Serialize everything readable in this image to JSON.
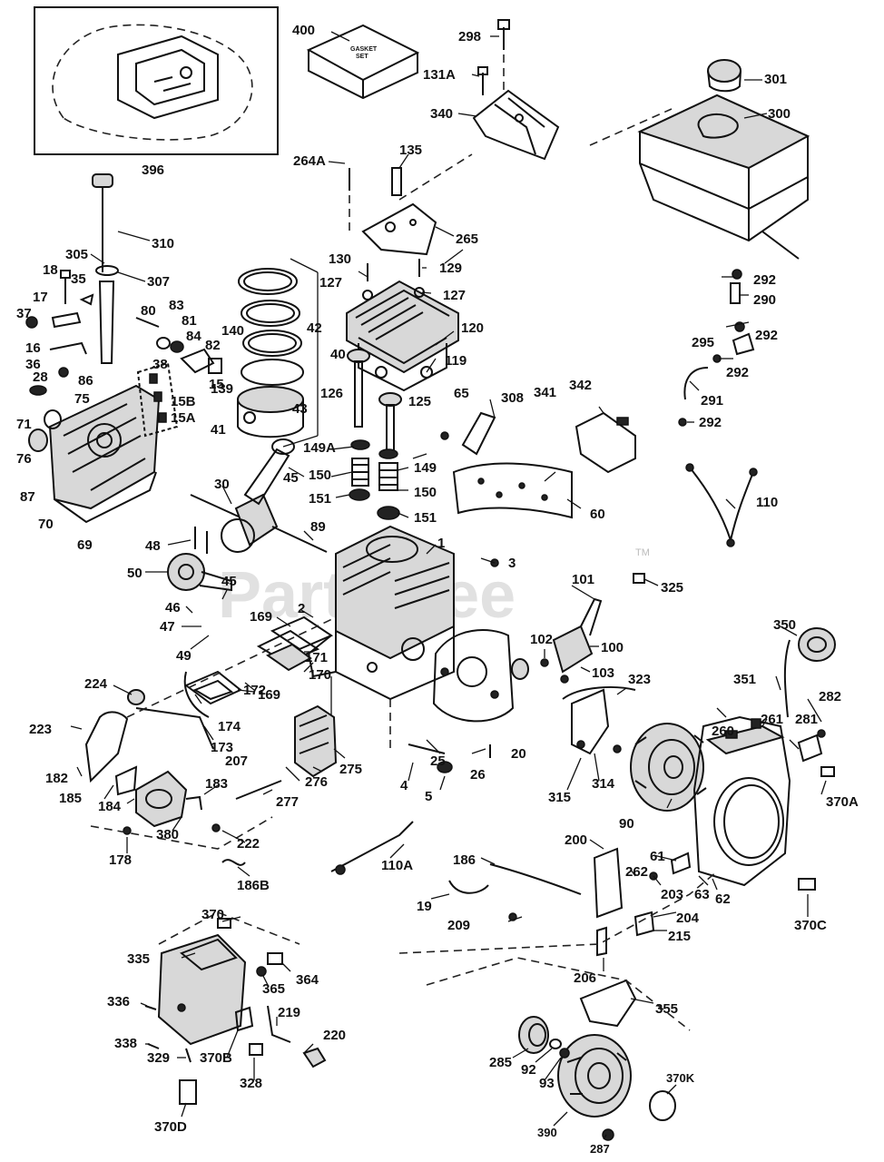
{
  "watermark": {
    "text": "PartsTree",
    "trademark": "TM"
  },
  "gasket_set_text": [
    "GASKET",
    "SET"
  ],
  "labels": {
    "l400": "400",
    "l298": "298",
    "l131A": "131A",
    "l340": "340",
    "l301": "301",
    "l300": "300",
    "l396": "396",
    "l264A": "264A",
    "l135": "135",
    "l265": "265",
    "l310": "310",
    "l305": "305",
    "l307": "307",
    "l18": "18",
    "l35": "35",
    "l17": "17",
    "l37": "37",
    "l16": "16",
    "l36": "36",
    "l28": "28",
    "l86": "86",
    "l75": "75",
    "l71": "71",
    "l76": "76",
    "l87": "87",
    "l70": "70",
    "l69": "69",
    "l80": "80",
    "l83": "83",
    "l81": "81",
    "l84": "84",
    "l82": "82",
    "l140": "140",
    "l139": "139",
    "l38": "38",
    "l15B": "15B",
    "l15": "15",
    "l15A": "15A",
    "l42": "42",
    "l40": "40",
    "l43": "43",
    "l41": "41",
    "l130": "130",
    "l127a": "127",
    "l129": "129",
    "l127b": "127",
    "l120": "120",
    "l119": "119",
    "l292a": "292",
    "l290": "290",
    "l292b": "292",
    "l295": "295",
    "l292c": "292",
    "l291": "291",
    "l292d": "292",
    "l126": "126",
    "l125": "125",
    "l65": "65",
    "l308": "308",
    "l341": "341",
    "l342": "342",
    "l149A": "149A",
    "l149": "149",
    "l150a": "150",
    "l150b": "150",
    "l151a": "151",
    "l151b": "151",
    "l60": "60",
    "l110": "110",
    "l30": "30",
    "l45a": "45",
    "l89": "89",
    "l48": "48",
    "l50": "50",
    "l1": "1",
    "l3": "3",
    "l45b": "45",
    "l101": "101",
    "l325": "325",
    "l46": "46",
    "l2": "2",
    "l169a": "169",
    "l47": "47",
    "l49": "49",
    "l350": "350",
    "l102": "102",
    "l100": "100",
    "l171": "171",
    "l170": "170",
    "l103": "103",
    "l323": "323",
    "l351": "351",
    "l282": "282",
    "l224": "224",
    "l169b": "169",
    "l172": "172",
    "l261": "261",
    "l281": "281",
    "l260": "260",
    "l174": "174",
    "l173": "173",
    "l25": "25",
    "l20": "20",
    "l223": "223",
    "l207": "207",
    "l26": "26",
    "l275": "275",
    "l182": "182",
    "l276": "276",
    "l314": "314",
    "l185": "185",
    "l183": "183",
    "l184": "184",
    "l277": "277",
    "l4": "4",
    "l5": "5",
    "l315": "315",
    "l90": "90",
    "l370A": "370A",
    "l380": "380",
    "l222": "222",
    "l178": "178",
    "l200": "200",
    "l186": "186",
    "l61": "61",
    "l262": "262",
    "l186B": "186B",
    "l110A": "110A",
    "l203": "203",
    "l63": "63",
    "l62": "62",
    "l19": "19",
    "l209": "209",
    "l204": "204",
    "l370C": "370C",
    "l215": "215",
    "l370": "370",
    "l335": "335",
    "l364": "364",
    "l365": "365",
    "l206": "206",
    "l355": "355",
    "l336": "336",
    "l219": "219",
    "l338": "338",
    "l220": "220",
    "l329": "329",
    "l370B": "370B",
    "l285": "285",
    "l92": "92",
    "l93": "93",
    "l328": "328",
    "l370K": "370K",
    "l370D": "370D",
    "l390": "390",
    "l287": "287"
  },
  "diagram": {
    "colors": {
      "ink": "#111111",
      "paper": "#ffffff",
      "watermark": "#c9c9c9",
      "part_fill": "#d8d8d8"
    }
  }
}
